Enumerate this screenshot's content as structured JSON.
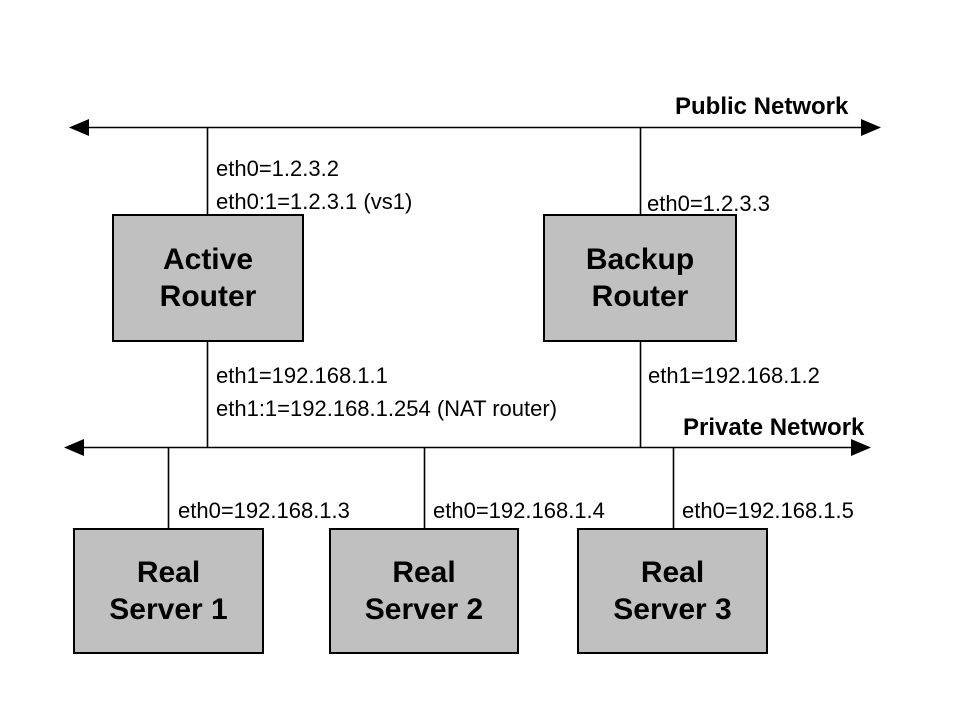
{
  "diagram": {
    "colors": {
      "background": "#ffffff",
      "node_fill": "#c0c0c0",
      "node_border": "#000000",
      "line": "#000000",
      "text": "#000000"
    },
    "networks": {
      "public": {
        "label": "Public Network"
      },
      "private": {
        "label": "Private Network"
      }
    },
    "nodes": {
      "active_router": {
        "line1": "Active",
        "line2": "Router"
      },
      "backup_router": {
        "line1": "Backup",
        "line2": "Router"
      },
      "real_server_1": {
        "line1": "Real",
        "line2": "Server 1"
      },
      "real_server_2": {
        "line1": "Real",
        "line2": "Server 2"
      },
      "real_server_3": {
        "line1": "Real",
        "line2": "Server 3"
      }
    },
    "interfaces": {
      "active_eth0": "eth0=1.2.3.2",
      "active_eth0_alias": "eth0:1=1.2.3.1 (vs1)",
      "backup_eth0": "eth0=1.2.3.3",
      "active_eth1": "eth1=192.168.1.1",
      "active_eth1_alias": "eth1:1=192.168.1.254 (NAT router)",
      "backup_eth1": "eth1=192.168.1.2",
      "server1_eth0": "eth0=192.168.1.3",
      "server2_eth0": "eth0=192.168.1.4",
      "server3_eth0": "eth0=192.168.1.5"
    }
  }
}
